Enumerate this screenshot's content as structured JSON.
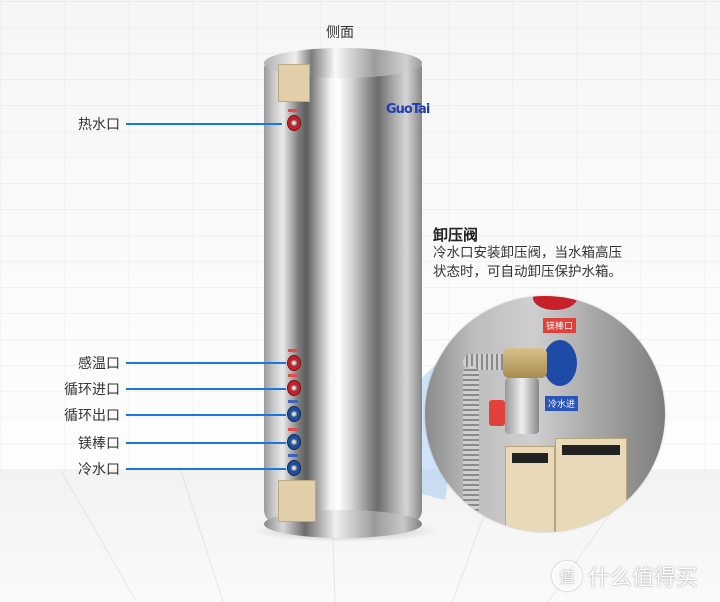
{
  "header": {
    "view_label": "侧面"
  },
  "tank": {
    "brand_logo": "GuoTai"
  },
  "ports": [
    {
      "label": "热水口",
      "color": "red"
    },
    {
      "label": "感温口",
      "color": "red"
    },
    {
      "label": "循环进口",
      "color": "red"
    },
    {
      "label": "循环出口",
      "color": "blue"
    },
    {
      "label": "镁棒口",
      "color": "blue"
    },
    {
      "label": "冷水口",
      "color": "blue"
    }
  ],
  "relief_valve": {
    "title": "卸压阀",
    "description_line1": "冷水口安装卸压阀，当水箱高压",
    "description_line2": "状态时，可自动卸压保护水箱。"
  },
  "zoom_detail": {
    "tag_magnesium": "镁棒口",
    "tag_cold_in": "冷水进"
  },
  "watermark": {
    "badge": "值",
    "text": "什么值得买"
  },
  "colors": {
    "callout_line": "#1677e5",
    "port_red": "#c8202a",
    "port_blue": "#1e4f9e",
    "text": "#333333"
  }
}
